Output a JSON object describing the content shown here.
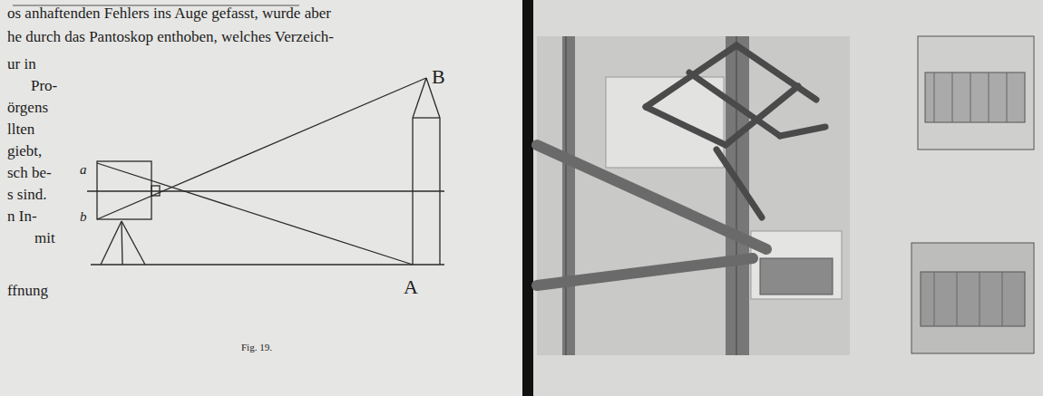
{
  "diagram": {
    "caption": "Fig. 19.",
    "labels": [
      "os anhaftenden Fehlers ins Auge gefasst, wurde aber",
      "he durch das Pantoskop enthoben, welches Verzeich-",
      "ur in",
      "Pro-",
      "örgens",
      "llten",
      "giebt,",
      "sch be-",
      "s sind.",
      "n In-",
      "mit",
      "ffnung",
      "a",
      "b",
      "B",
      "A"
    ]
  }
}
